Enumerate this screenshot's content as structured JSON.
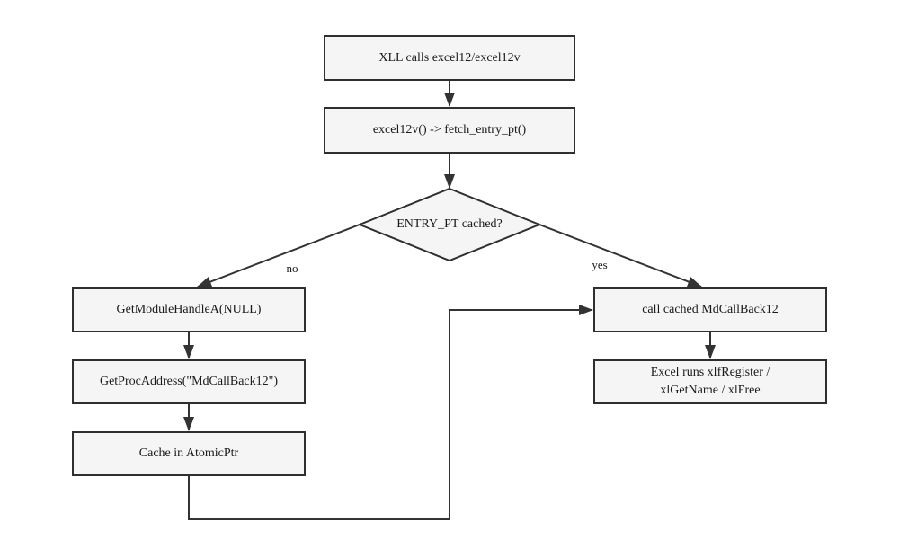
{
  "diagram": {
    "nodes": {
      "start": {
        "label": "XLL calls excel12/excel12v"
      },
      "fetch_entry": {
        "label": "excel12v() -> fetch_entry_pt()"
      },
      "decision": {
        "label": "ENTRY_PT cached?"
      },
      "get_module_handle": {
        "label": "GetModuleHandleA(NULL)"
      },
      "get_proc_address": {
        "label": "GetProcAddress(\"MdCallBack12\")"
      },
      "cache_atomic": {
        "label": "Cache in AtomicPtr"
      },
      "call_cached": {
        "label": "call cached MdCallBack12"
      },
      "excel_runs": {
        "lines": [
          "Excel runs xlfRegister /",
          "xlGetName / xlFree"
        ]
      }
    },
    "edge_labels": {
      "no": "no",
      "yes": "yes"
    },
    "colors": {
      "background": "#ffffff",
      "node_fill": "#f5f5f5",
      "node_border": "#2f2f2f",
      "edge": "#333333",
      "text": "#1a1a1a"
    }
  }
}
